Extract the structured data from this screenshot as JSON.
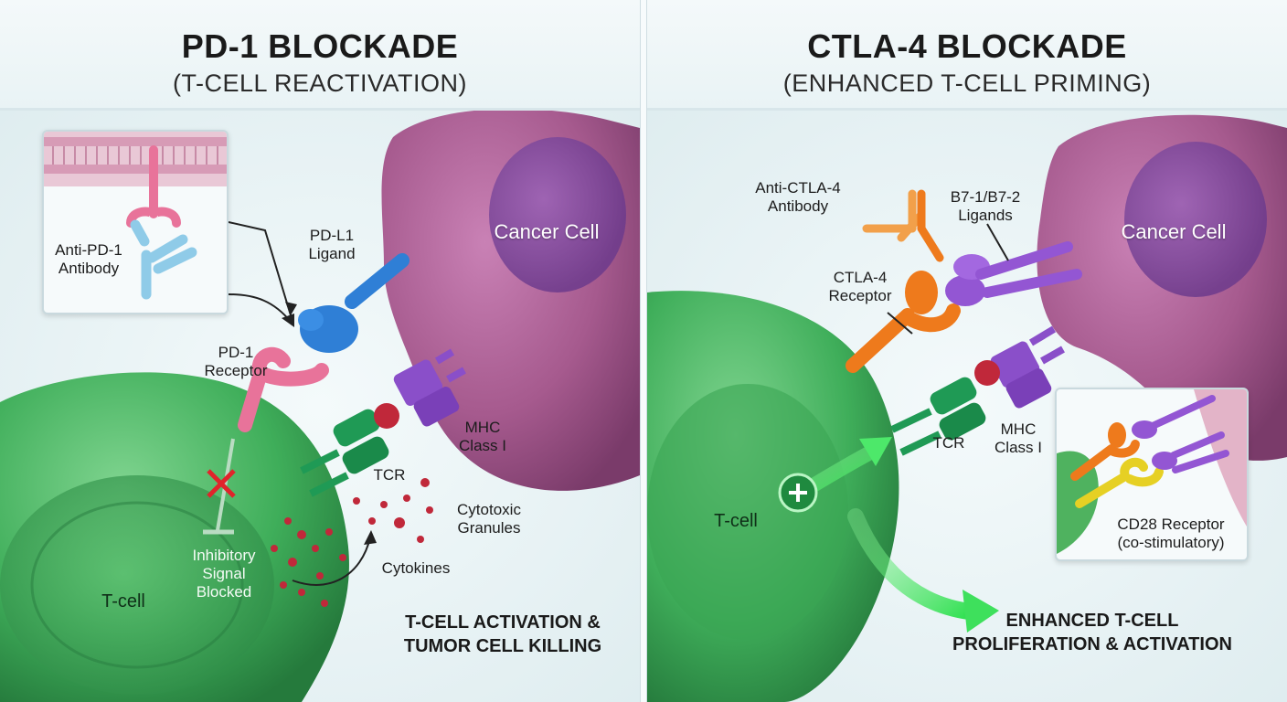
{
  "left": {
    "title": "PD-1 BLOCKADE",
    "subtitle": "(T-CELL REACTIVATION)",
    "labels": {
      "antibody_line1": "Anti-PD-1",
      "antibody_line2": "Antibody",
      "ligand_line1": "PD-L1",
      "ligand_line2": "Ligand",
      "cancer_cell": "Cancer Cell",
      "receptor_line1": "PD-1",
      "receptor_line2": "Receptor",
      "mhc_line1": "MHC",
      "mhc_line2": "Class I",
      "tcr": "TCR",
      "granules_line1": "Cytotoxic",
      "granules_line2": "Granules",
      "inhibitory_line1": "Inhibitory",
      "inhibitory_line2": "Signal",
      "inhibitory_line3": "Blocked",
      "cytokines": "Cytokines",
      "tcell": "T-cell",
      "outcome_line1": "T-CELL ACTIVATION &",
      "outcome_line2": "TUMOR CELL KILLING"
    }
  },
  "right": {
    "title": "CTLA-4 BLOCKADE",
    "subtitle": "(ENHANCED T-CELL PRIMING)",
    "labels": {
      "antibody_line1": "Anti-CTLA-4",
      "antibody_line2": "Antibody",
      "ligands_line1": "B7-1/B7-2",
      "ligands_line2": "Ligands",
      "cancer_cell": "Cancer Cell",
      "receptor_line1": "CTLA-4",
      "receptor_line2": "Receptor",
      "tcr": "TCR",
      "mhc_line1": "MHC",
      "mhc_line2": "Class I",
      "tcell": "T-cell",
      "cd28_line1": "CD28 Receptor",
      "cd28_line2": "(co-stimulatory)",
      "outcome_line1": "ENHANCED T-CELL",
      "outcome_line2": "PROLIFERATION & ACTIVATION"
    }
  },
  "colors": {
    "tcell_green": "#3fae5a",
    "cancer_purple": "#9b4f86",
    "pd1_pink": "#e8739a",
    "pdl1_blue": "#2f7fd6",
    "antibody_lightblue": "#8fcbe8",
    "tcr_green": "#1f9a55",
    "mhc_purple": "#8a4fc9",
    "granule_red": "#c0283a",
    "ctla4_orange": "#ee7a1c",
    "b7_purple": "#9356d3",
    "cd28_yellow": "#e6d024",
    "block_red": "#e0242b"
  }
}
